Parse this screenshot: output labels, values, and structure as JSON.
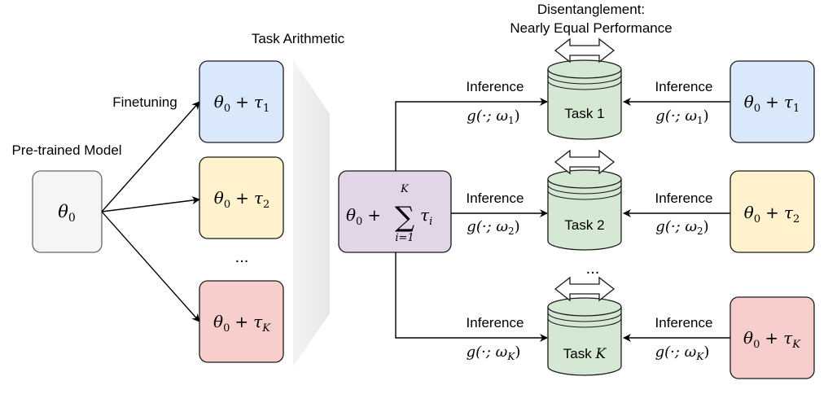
{
  "labels": {
    "pretrained_model": "Pre-trained Model",
    "finetuning": "Finetuning",
    "task_arithmetic": "Task Arithmetic",
    "disentanglement_title": "Disentanglement:",
    "disentanglement_subtitle": "Nearly Equal Performance",
    "ellipsis_left": "...",
    "ellipsis_right": "..."
  },
  "math": {
    "theta0": "θ",
    "sub0": "0",
    "plus": "+",
    "tau": "τ",
    "sigma": "∑",
    "sum_upper": "K",
    "sum_lower": "i=1",
    "tau_i_sub": "i"
  },
  "finetuned_models": [
    {
      "sub": "1",
      "color": "#dae8fc"
    },
    {
      "sub": "2",
      "color": "#fff2cc"
    },
    {
      "sub": "K",
      "color": "#f8cecc"
    }
  ],
  "merged_model": {
    "color": "#e1d5e7"
  },
  "pretrained": {
    "color": "#f5f5f5"
  },
  "tasks": [
    {
      "label": "Task 1",
      "inference": "Inference",
      "g": "g(·; ω",
      "sub": "1",
      "g_close": ")"
    },
    {
      "label": "Task 2",
      "inference": "Inference",
      "g": "g(·; ω",
      "sub": "2",
      "g_close": ")"
    },
    {
      "label": "Task ",
      "label_italic": "K",
      "inference": "Inference",
      "g": "g(·; ω",
      "sub": "K",
      "g_close": ")"
    }
  ],
  "colors": {
    "task_fill": "#d5e8d4",
    "task_stroke": "#1a1a1a",
    "trapezoid": "#ededed"
  }
}
